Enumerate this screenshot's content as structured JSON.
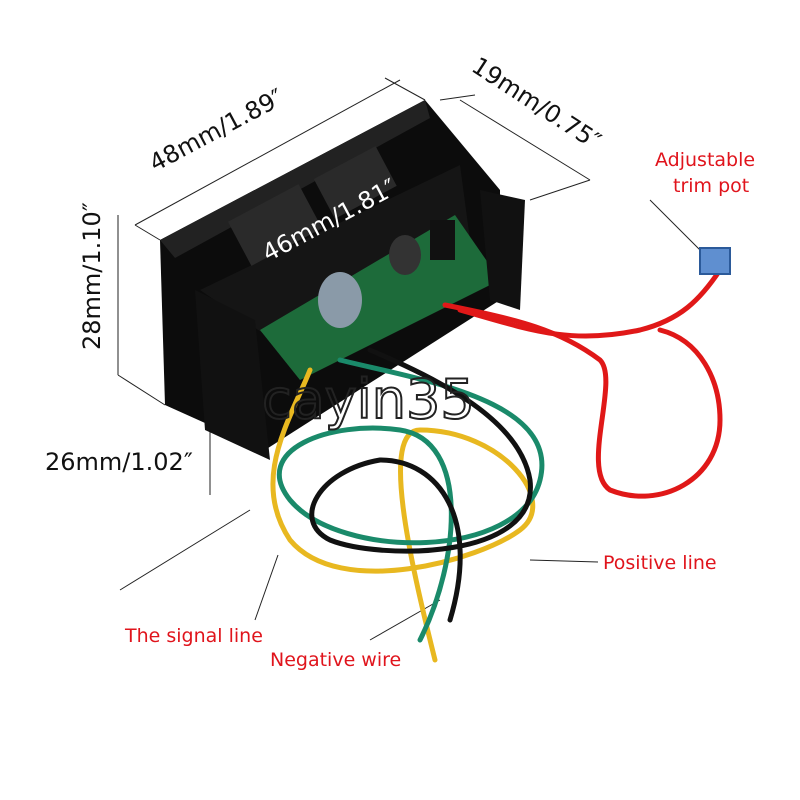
{
  "dimensions": {
    "width": "48mm/1.89″",
    "depth": "19mm/0.75″",
    "height": "28mm/1.10″",
    "cutout_width": "46mm/1.81″",
    "cutout_height": "26mm/1.02″"
  },
  "labels": {
    "trim_pot_line1": "Adjustable",
    "trim_pot_line2": "trim pot",
    "positive": "Positive line",
    "signal": "The signal line",
    "negative": "Negative wire"
  },
  "watermark": "cayin35",
  "colors": {
    "label": "#e0141c",
    "wire_red": "#e01818",
    "wire_green": "#1a8a6a",
    "wire_yellow": "#e8b820",
    "wire_black": "#111111",
    "pcb": "#1d6b3a"
  }
}
